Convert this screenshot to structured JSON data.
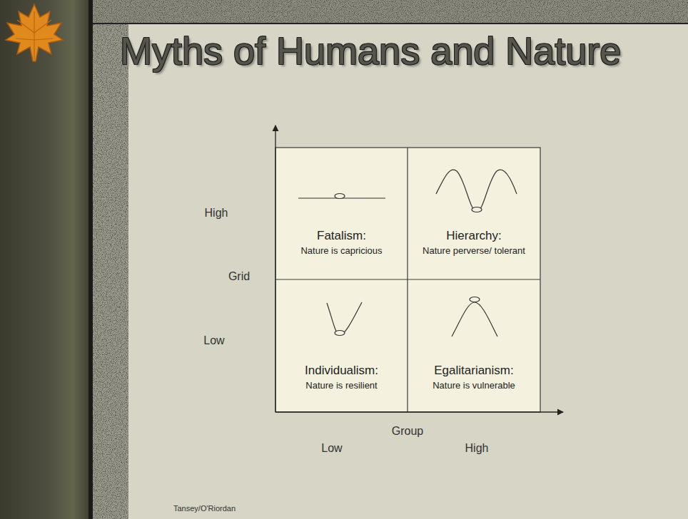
{
  "diagram": {
    "title": "Myths of Humans and Nature",
    "nodes": [
      {
        "text": [
          "Fatalism:",
          "Nature is capricious"
        ]
      },
      {
        "text": [
          "Hierarchy:",
          "Nature perverse/ tolerant"
        ]
      },
      {
        "text": [
          "Individualism:",
          "Nature is resilient"
        ]
      },
      {
        "text": [
          "Egalitarianism:",
          "Nature is vulnerable"
        ]
      }
    ],
    "labels": [
      "High",
      "Grid",
      "Low",
      "Group",
      "Low",
      "High",
      "Tansey/O'Riordan"
    ]
  }
}
